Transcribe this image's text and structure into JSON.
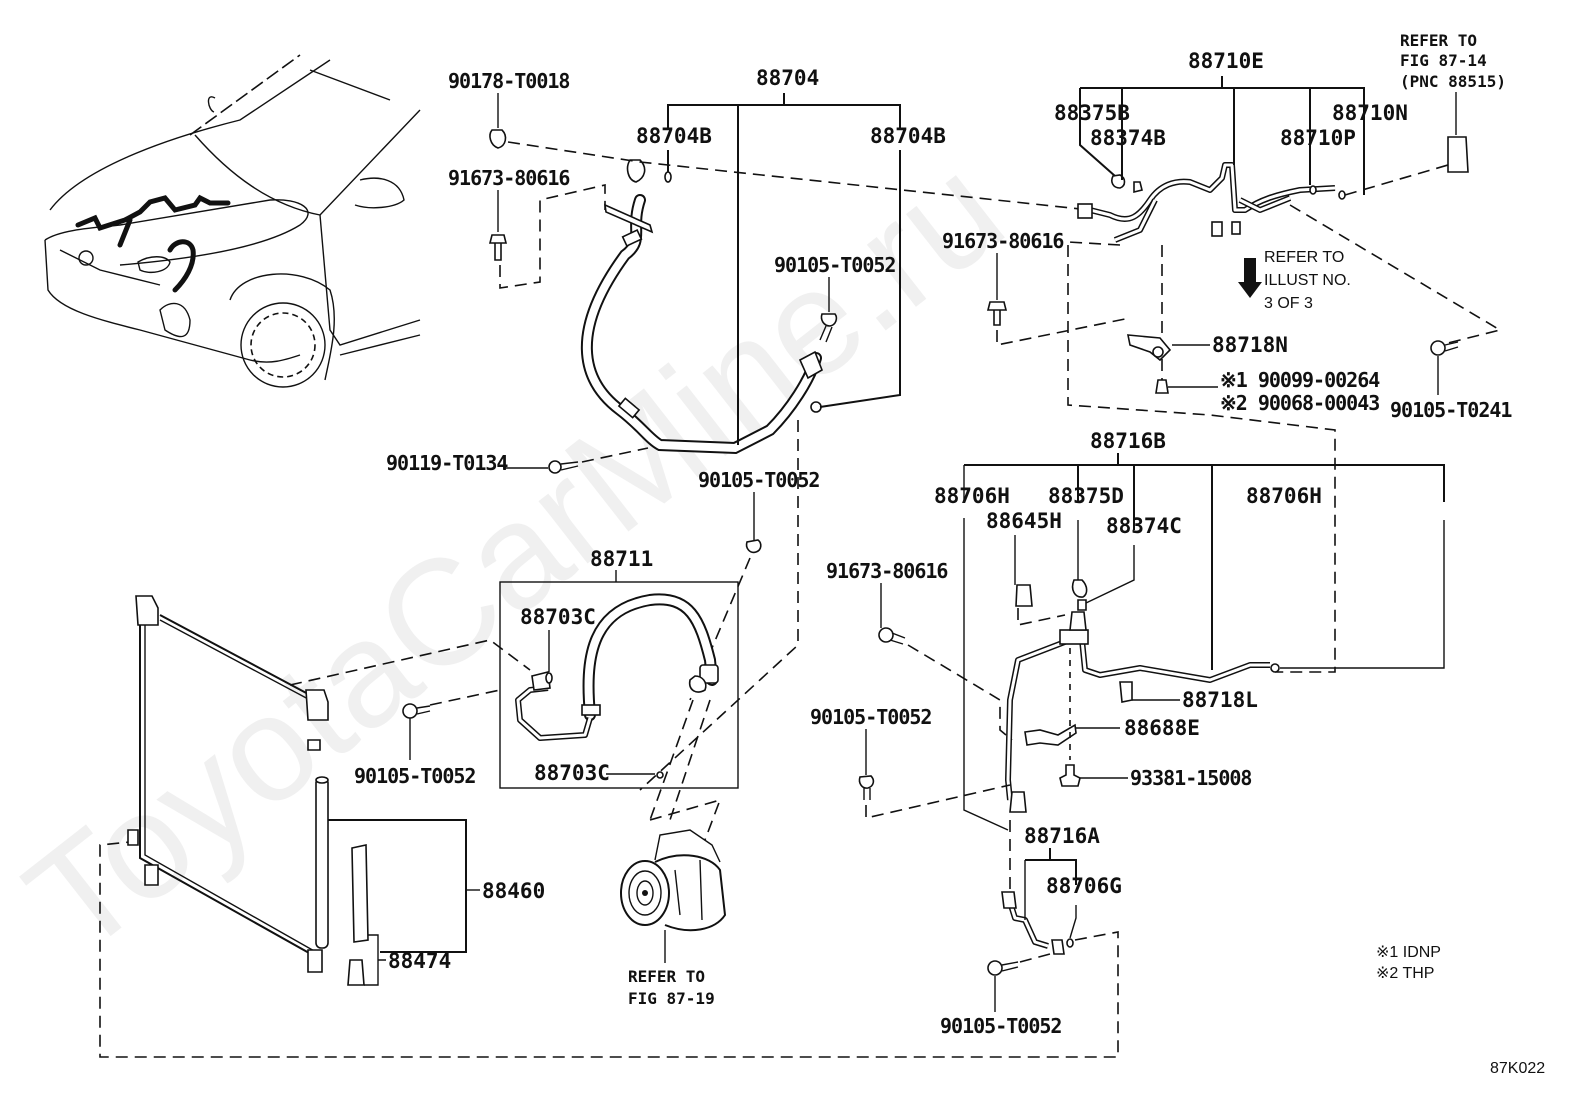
{
  "diagram": {
    "figure_code": "87K022",
    "watermark": "ToyotaCarMine.ru",
    "legend": {
      "note1": "※1 IDNP",
      "note2": "※2 THP"
    },
    "references": {
      "top_right": [
        "REFER TO",
        "FIG 87-14",
        "(PNC 88515)"
      ],
      "illust": [
        "REFER TO",
        "ILLUST NO.",
        "3 OF 3"
      ],
      "compressor": [
        "REFER TO",
        "FIG 87-19"
      ]
    },
    "labels": {
      "p90178_T0018": "90178-T0018",
      "p91673_80616_a": "91673-80616",
      "p88704": "88704",
      "p88704B_left": "88704B",
      "p88704B_right": "88704B",
      "p90105_T0052_a": "90105-T0052",
      "p90119_T0134": "90119-T0134",
      "p90105_T0052_b": "90105-T0052",
      "p88710E": "88710E",
      "p88375B": "88375B",
      "p88374B": "88374B",
      "p88710P": "88710P",
      "p88710N": "88710N",
      "p91673_80616_b": "91673-80616",
      "p88718N": "88718N",
      "p90099_00264": "※1 90099-00264",
      "p90068_00043": "※2 90068-00043",
      "p90105_T0241": "90105-T0241",
      "p88716B": "88716B",
      "p88706H_left": "88706H",
      "p88375D": "88375D",
      "p88645H": "88645H",
      "p88374C": "88374C",
      "p88706H_right": "88706H",
      "p91673_80616_c": "91673-80616",
      "p88718L": "88718L",
      "p88688E": "88688E",
      "p90105_T0052_c": "90105-T0052",
      "p93381_15008": "93381-15008",
      "p88716A": "88716A",
      "p88706G": "88706G",
      "p90105_T0052_d": "90105-T0052",
      "p88711": "88711",
      "p88703C_top": "88703C",
      "p88703C_bottom": "88703C",
      "p90105_T0052_e": "90105-T0052",
      "p88460": "88460",
      "p88474": "88474"
    }
  }
}
